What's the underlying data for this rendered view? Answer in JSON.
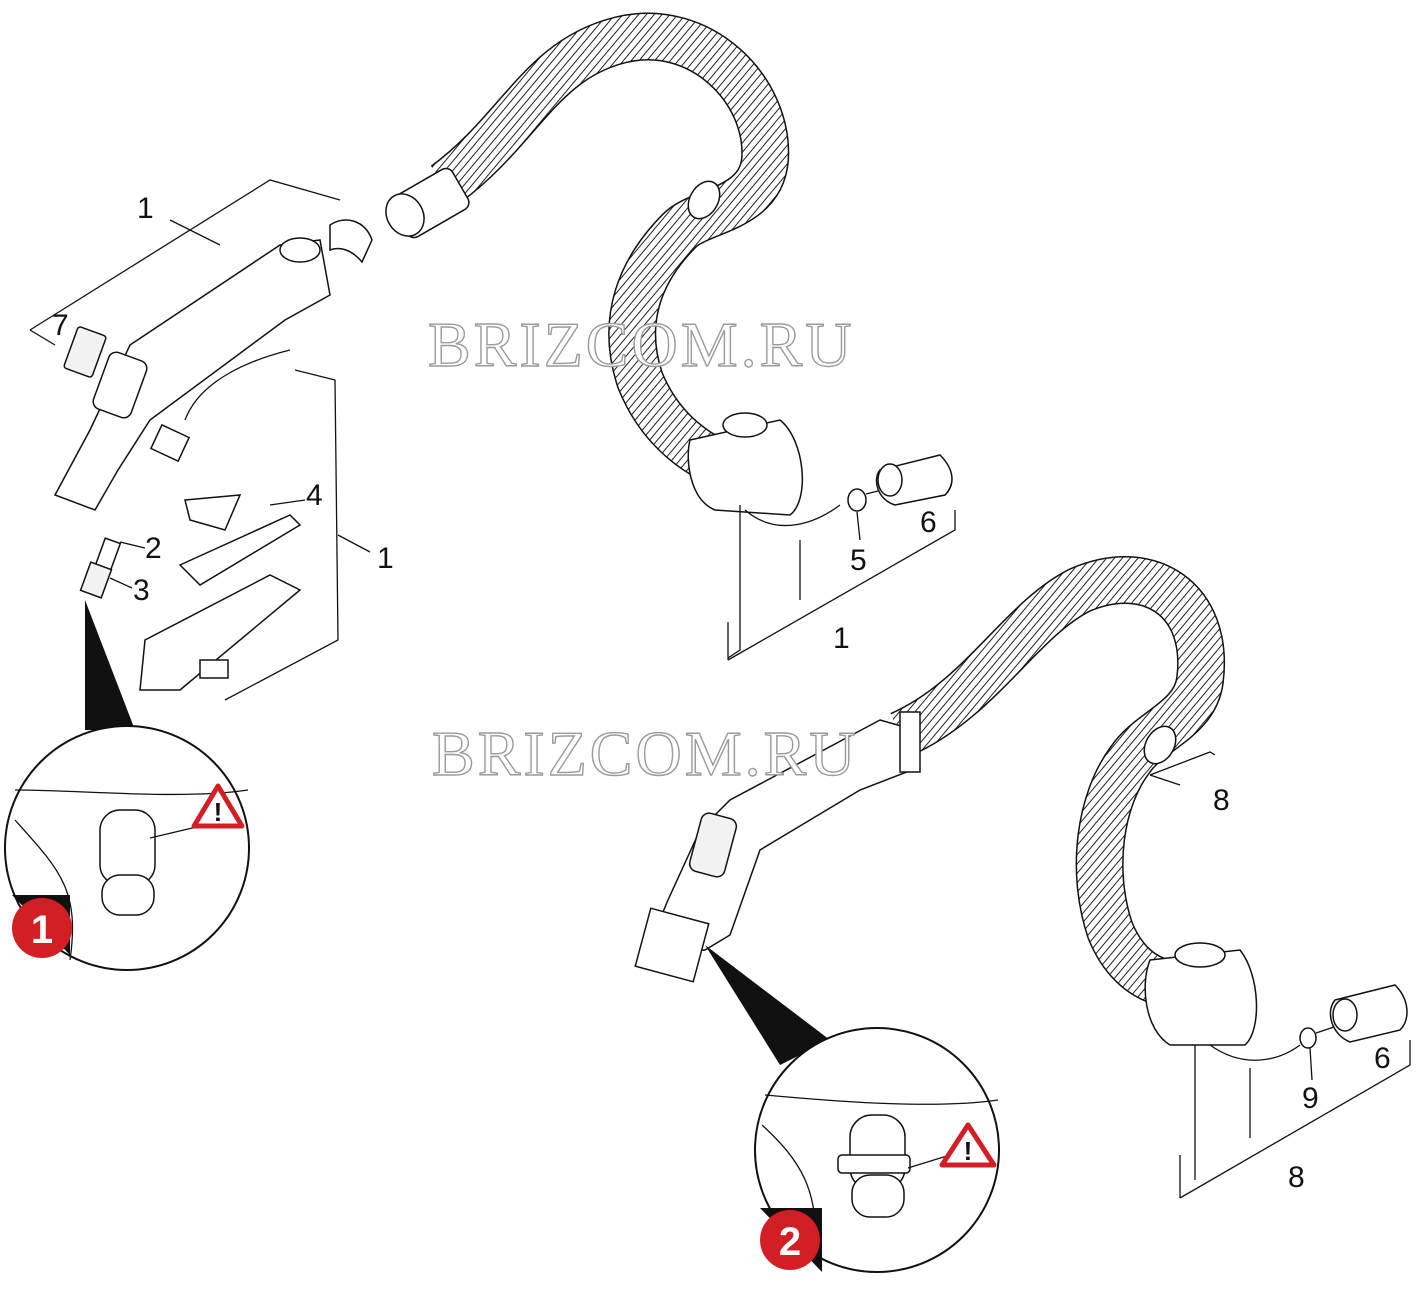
{
  "watermarks": [
    "BRIZCOM.RU",
    "BRIZCOM.RU"
  ],
  "callouts": {
    "top_left_1": "1",
    "n7": "7",
    "n4": "4",
    "n2": "2",
    "n3": "3",
    "bracket_1": "1",
    "n5": "5",
    "n6_top": "6",
    "bottom_1": "1",
    "n8_upper": "8",
    "n9": "9",
    "n6_bottom": "6",
    "n8_lower": "8"
  },
  "detail_badges": [
    "1",
    "2"
  ],
  "warning_symbol": "!",
  "icons": {
    "warning": "warning-triangle-icon",
    "badge": "numbered-circle-badge"
  },
  "colors": {
    "badge_red": "#d21f26",
    "warning_red": "#d21f26",
    "watermark_outline": "#9a9a9a",
    "ink": "#111111"
  }
}
